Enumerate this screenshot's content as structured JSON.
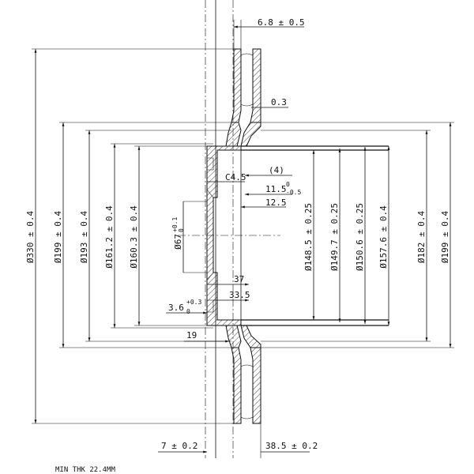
{
  "dimensions": {
    "thickness_top": "6.8 ± 0.5",
    "gap_03": "0.3",
    "chamfer": "C4.5",
    "ref_4": "(4)",
    "depth_115_main": "11.5",
    "depth_115_sup": "0",
    "depth_115_sub": "-0.5",
    "depth_125": "12.5",
    "bore_main": "Ø67",
    "bore_sup": "+0.1",
    "bore_sub": "0",
    "len_37": "37",
    "len_335": "33.5",
    "len_36_main": "3.6",
    "len_36_sup": "+0.3",
    "len_36_sub": "0",
    "len_19": "19",
    "bottom_7": "7 ± 0.2",
    "bottom_385": "38.5 ± 0.2",
    "dia_330": "Ø330 ± 0.4",
    "dia_199_left": "Ø199 ± 0.4",
    "dia_193": "Ø193 ± 0.4",
    "dia_1612": "Ø161.2 ± 0.4",
    "dia_1603": "Ø160.3 ± 0.4",
    "dia_1485": "Ø148.5 ± 0.25",
    "dia_1497": "Ø149.7 ± 0.25",
    "dia_1506": "Ø150.6 ± 0.25",
    "dia_1576": "Ø157.6 ± 0.4",
    "dia_182": "Ø182 ± 0.4",
    "dia_199_right": "Ø199 ± 0.4"
  },
  "notes": {
    "min_thickness": "MIN THK 22.4MM"
  }
}
